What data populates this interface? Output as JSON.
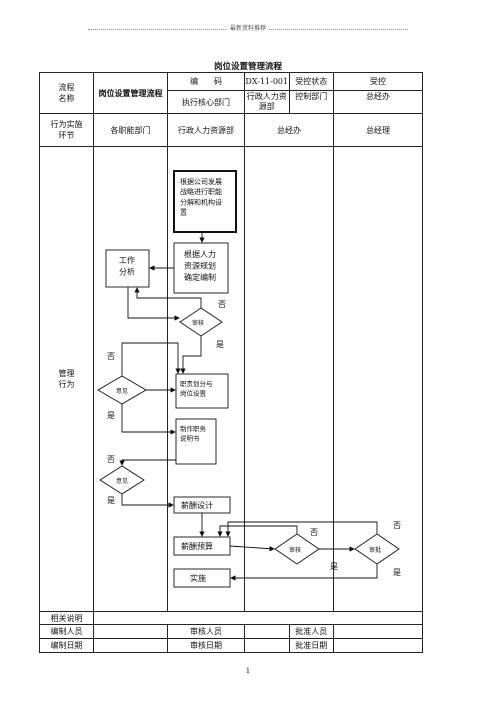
{
  "header": {
    "text": "最新资料推荐"
  },
  "title": "岗位设置管理流程",
  "info": {
    "process_label": "流程\n名称",
    "process_name": "岗位设置管理流程",
    "code_label": "编　　码",
    "code_value": "DX-11-001",
    "status_label": "受控状态",
    "status_value": "受控",
    "exec_label": "执行核心部门",
    "exec_value": "行政人力资源部",
    "control_label": "控制部门",
    "control_value": "总经办"
  },
  "lanes": {
    "stage_label": "行为实施\n环节",
    "lane1": "各职能部门",
    "lane2": "行政人力资源部",
    "lane3": "总经办",
    "lane4": "总经理"
  },
  "row_label": "管理\n行为",
  "flow": {
    "box_start": "根据公司发展\n战略进行职能\n分解和机构设\n置",
    "box_plan": "根据人力\n资源规划\n确定编制",
    "box_analysis": "工作\n分析",
    "dia_review1": "审核",
    "box_duty": "职责划分与\n岗位设置",
    "dia_opinion1": "意见",
    "box_manual": "制作职务\n说明书",
    "dia_opinion2": "意见",
    "box_salary_design": "薪酬设计",
    "box_budget": "薪酬预算",
    "dia_review2": "审核",
    "dia_approve": "审批",
    "box_implement": "实施",
    "no": "否",
    "yes": "是"
  },
  "footer": {
    "related": "相关说明",
    "compiler": "编制人员",
    "reviewer": "审核人员",
    "approver": "批准人员",
    "compile_date": "编制日期",
    "review_date": "审核日期",
    "approve_date": "批准日期"
  }
}
